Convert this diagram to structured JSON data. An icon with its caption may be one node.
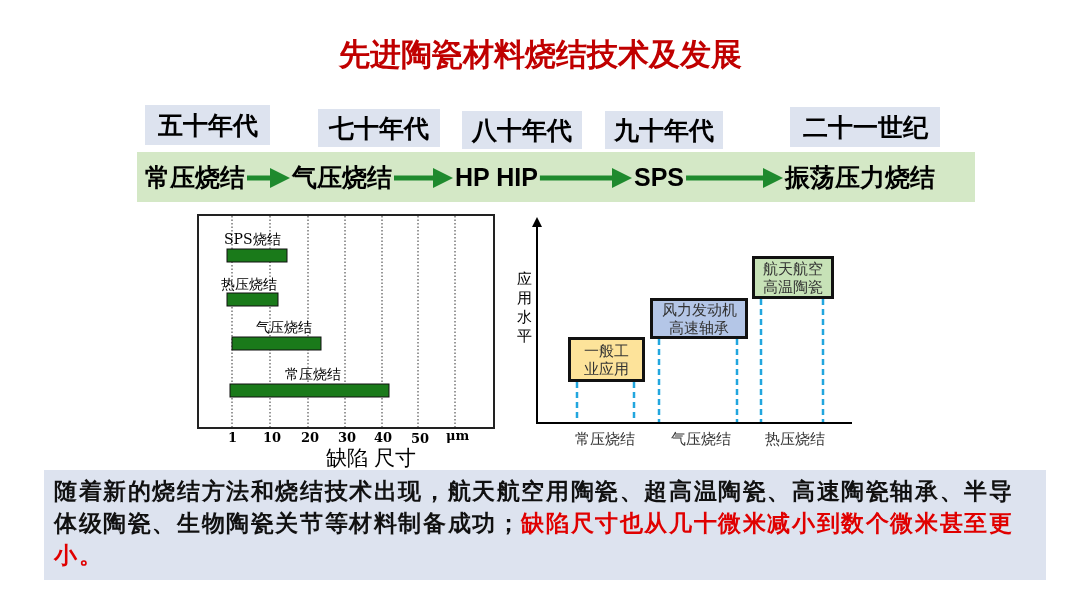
{
  "diagram": {
    "title": "先进陶瓷材料烧结技术及发展",
    "nodes": [
      {
        "text": [
          "五十年代"
        ]
      },
      {
        "text": [
          "七十年代"
        ]
      },
      {
        "text": [
          "八十年代"
        ]
      },
      {
        "text": [
          "九十年代"
        ]
      },
      {
        "text": [
          "二十一世纪"
        ]
      },
      {
        "text": [],
        "shape": "bar"
      },
      {
        "text": [
          "常压烧结"
        ],
        "in": 5
      },
      {
        "text": [
          "气压烧结"
        ],
        "in": 5
      },
      {
        "text": [
          "HP HIP"
        ],
        "in": 5
      },
      {
        "text": [
          "SPS"
        ],
        "in": 5
      },
      {
        "text": [
          "振荡压力烧结"
        ],
        "in": 5
      },
      {
        "text": [
          "一般工业应用"
        ]
      },
      {
        "text": [
          "风力发动机高速轴承"
        ]
      },
      {
        "text": [
          "航天航空高温陶瓷"
        ]
      },
      {
        "text": [
          "随着新的烧结方法和烧结技术出现，航天航空用陶瓷、超高温陶瓷、高速陶瓷轴承、半导体级陶瓷、生物陶瓷关节等材料制备成功；",
          "缺陷尺寸也从几十微米减小到数个微米甚至更小。"
        ]
      },
      {
        "text": [
          "常压烧结"
        ]
      },
      {
        "text": [
          "气压烧结"
        ]
      },
      {
        "text": [
          "热压烧结"
        ]
      }
    ],
    "edges": [
      {
        "from": 6,
        "to": 7,
        "arrow": "to",
        "style": "thick",
        "color": "#1f8a2e"
      },
      {
        "from": 7,
        "to": 8,
        "arrow": "to",
        "style": "thick",
        "color": "#1f8a2e"
      },
      {
        "from": 8,
        "to": 9,
        "arrow": "to",
        "style": "thick",
        "color": "#1f8a2e"
      },
      {
        "from": 9,
        "to": 10,
        "arrow": "to",
        "style": "thick",
        "color": "#1f8a2e"
      },
      {
        "from": 11,
        "to": 15,
        "arrow": "none",
        "style": "dashed",
        "color": "#22a6de"
      },
      {
        "from": 11,
        "to": 15,
        "arrow": "none",
        "style": "dashed",
        "color": "#22a6de"
      },
      {
        "from": 12,
        "to": 16,
        "arrow": "none",
        "style": "dashed",
        "color": "#22a6de"
      },
      {
        "from": 12,
        "to": 16,
        "arrow": "none",
        "style": "dashed",
        "color": "#22a6de"
      },
      {
        "from": 13,
        "to": 17,
        "arrow": "none",
        "style": "dashed",
        "color": "#22a6de"
      },
      {
        "from": 13,
        "to": 17,
        "arrow": "none",
        "style": "dashed",
        "color": "#22a6de"
      }
    ],
    "labels": [
      "SPS烧结",
      "热压烧结",
      "气压烧结",
      "常压烧结",
      "1",
      "10",
      "20",
      "30",
      "40",
      "50",
      "μm",
      "缺陷 尺寸",
      "应用水平"
    ]
  }
}
